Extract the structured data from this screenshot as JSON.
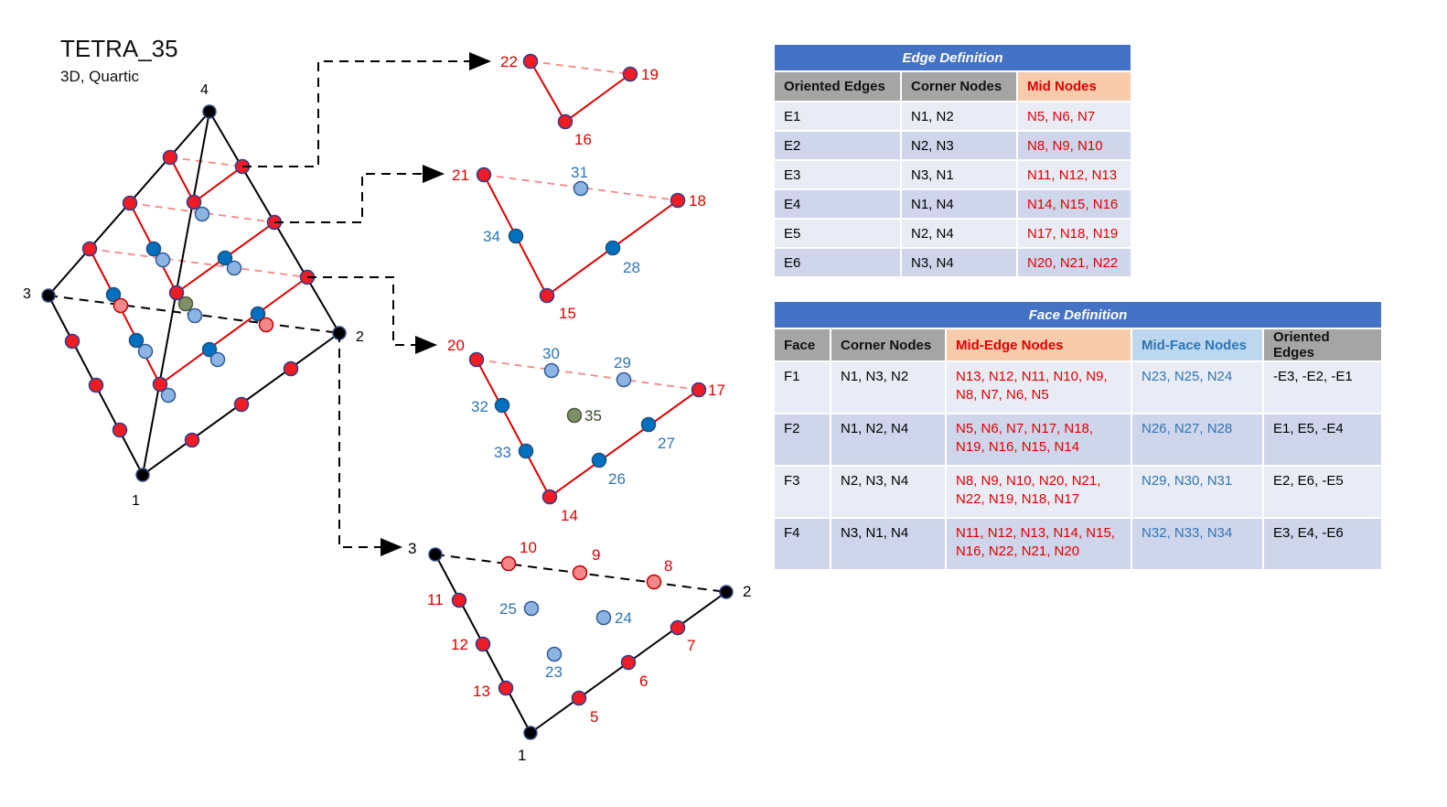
{
  "title": "TETRA_35",
  "subtitle": "3D, Quartic",
  "colors": {
    "edge_red": "#e00000",
    "node_red": "#ee1c24",
    "node_blue": "#0070c0",
    "node_lightblue": "#8eb4e3",
    "node_salmon": "#f4878a",
    "node_olive": "#7f8f6a",
    "header_blue": "#4472c4",
    "header_gray": "#a5a5a5",
    "header_peach": "#f8cbad",
    "header_lightblue": "#bdd7ee",
    "row_light": "#e9ecf4",
    "row_dark": "#cfd5ea"
  },
  "tetra_labels": {
    "n1": "1",
    "n2": "2",
    "n3": "3",
    "n4": "4"
  },
  "slice_labels": {
    "top": [
      "22",
      "19",
      "16"
    ],
    "second": [
      "21",
      "31",
      "18",
      "34",
      "28",
      "15"
    ],
    "third": [
      "20",
      "30",
      "29",
      "17",
      "32",
      "35",
      "33",
      "27",
      "26",
      "14"
    ],
    "base": [
      "3",
      "10",
      "9",
      "8",
      "2",
      "11",
      "25",
      "24",
      "12",
      "7",
      "23",
      "6",
      "13",
      "5",
      "1"
    ]
  },
  "edge_table": {
    "caption": "Edge Definition",
    "headers": [
      "Oriented Edges",
      "Corner Nodes",
      "Mid Nodes"
    ],
    "rows": [
      [
        "E1",
        "N1, N2",
        "N5, N6, N7"
      ],
      [
        "E2",
        "N2, N3",
        "N8, N9, N10"
      ],
      [
        "E3",
        "N3, N1",
        "N11, N12, N13"
      ],
      [
        "E4",
        "N1, N4",
        "N14, N15, N16"
      ],
      [
        "E5",
        "N2, N4",
        "N17, N18, N19"
      ],
      [
        "E6",
        "N3, N4",
        "N20, N21, N22"
      ]
    ]
  },
  "face_table": {
    "caption": "Face Definition",
    "headers": [
      "Face",
      "Corner Nodes",
      "Mid-Edge Nodes",
      "Mid-Face Nodes",
      "Oriented Edges"
    ],
    "rows": [
      [
        "F1",
        "N1, N3, N2",
        "N13, N12, N11, N10, N9, N8, N7, N6, N5",
        "N23, N25, N24",
        "-E3, -E2, -E1"
      ],
      [
        "F2",
        "N1, N2, N4",
        "N5, N6, N7, N17, N18, N19, N16, N15, N14",
        "N26, N27, N28",
        "E1, E5, -E4"
      ],
      [
        "F3",
        "N2, N3, N4",
        "N8, N9, N10, N20, N21, N22, N19, N18, N17",
        "N29, N30, N31",
        "E2, E6, -E5"
      ],
      [
        "F4",
        "N3, N1, N4",
        "N11, N12, N13, N14, N15, N16, N22, N21, N20",
        "N32, N33, N34",
        "E3, E4, -E6"
      ]
    ]
  }
}
